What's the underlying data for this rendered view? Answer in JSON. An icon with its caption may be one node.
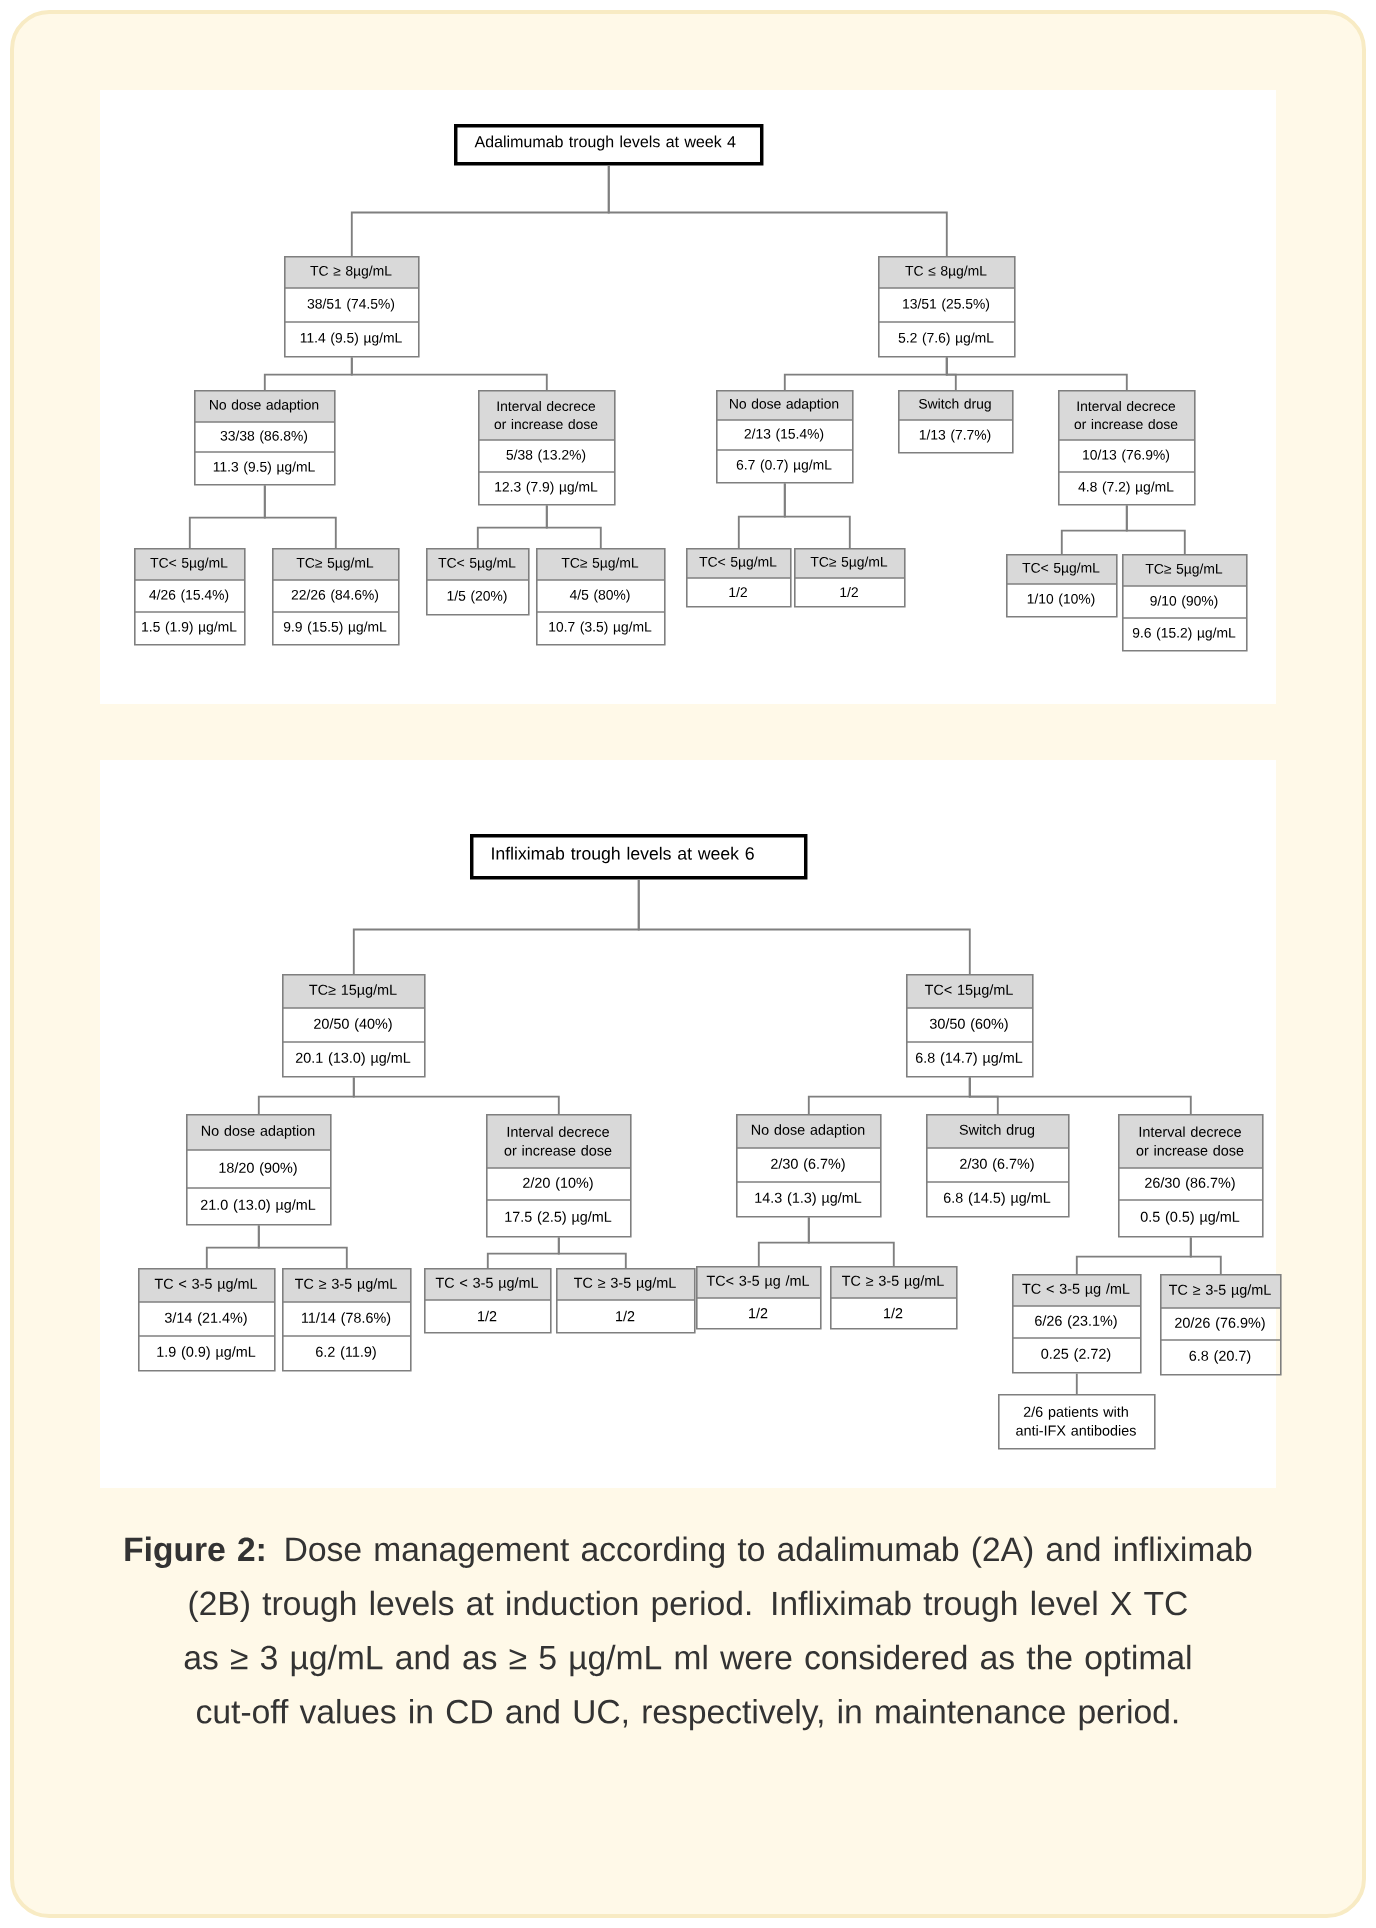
{
  "diagram": {
    "caption": "**Figure 2:** Dose management according to adalimumab (2A) and infliximab (2B) trough levels at induction period. Infliximab trough level X TC as ≥ 3 µg/mL and as ≥ 5 µg/mL ml were considered as the optimal cut-off values in CD and UC, respectively, in maintenance period.",
    "nodes": [
      {
        "text": [
          "Adalimumab trough levels at week 4"
        ]
      },
      {
        "text": [
          "TC ≥ 8µg/mL",
          "38/51 (74.5%)",
          "11.4 (9.5) µg/mL"
        ]
      },
      {
        "text": [
          "TC ≤ 8µg/mL",
          "13/51 (25.5%)",
          "5.2 (7.6) µg/mL"
        ]
      },
      {
        "text": [
          "No dose adaption",
          "33/38 (86.8%)",
          "11.3 (9.5) µg/mL"
        ]
      },
      {
        "text": [
          "Interval decrece or increase dose",
          "5/38 (13.2%)",
          "12.3 (7.9) µg/mL"
        ]
      },
      {
        "text": [
          "No dose adaption",
          "2/13 (15.4%)",
          "6.7 (0.7) µg/mL"
        ]
      },
      {
        "text": [
          "Switch drug",
          "1/13 (7.7%)"
        ]
      },
      {
        "text": [
          "Interval decrece or increase dose",
          "10/13 (76.9%)",
          "4.8 (7.2) µg/mL"
        ]
      },
      {
        "text": [
          "TC< 5µg/mL",
          "4/26 (15.4%)",
          "1.5 (1.9) µg/mL"
        ]
      },
      {
        "text": [
          "TC≥ 5µg/mL",
          "22/26 (84.6%)",
          "9.9 (15.5) µg/mL"
        ]
      },
      {
        "text": [
          "TC< 5µg/mL",
          "1/5 (20%)"
        ]
      },
      {
        "text": [
          "TC≥ 5µg/mL",
          "4/5 (80%)",
          "10.7 (3.5) µg/mL"
        ]
      },
      {
        "text": [
          "TC< 5µg/mL",
          "1/2"
        ]
      },
      {
        "text": [
          "TC≥ 5µg/mL",
          "1/2"
        ]
      },
      {
        "text": [
          "TC< 5µg/mL",
          "1/10 (10%)"
        ]
      },
      {
        "text": [
          "TC≥ 5µg/mL",
          "9/10 (90%)",
          "9.6 (15.2) µg/mL"
        ]
      },
      {
        "text": [
          "Infliximab trough levels at week 6"
        ]
      },
      {
        "text": [
          "TC≥ 15µg/mL",
          "20/50 (40%)",
          "20.1 (13.0) µg/mL"
        ]
      },
      {
        "text": [
          "TC< 15µg/mL",
          "30/50 (60%)",
          "6.8 (14.7) µg/mL"
        ]
      },
      {
        "text": [
          "No dose adaption",
          "18/20 (90%)",
          "21.0 (13.0) µg/mL"
        ]
      },
      {
        "text": [
          "Interval decrece or increase dose",
          "2/20 (10%)",
          "17.5 (2.5) µg/mL"
        ]
      },
      {
        "text": [
          "No dose adaption",
          "2/30 (6.7%)",
          "14.3 (1.3) µg/mL"
        ]
      },
      {
        "text": [
          "Switch drug",
          "2/30 (6.7%)",
          "6.8 (14.5) µg/mL"
        ]
      },
      {
        "text": [
          "Interval decrece or increase dose",
          "26/30 (86.7%)",
          "0.5 (0.5) µg/mL"
        ]
      },
      {
        "text": [
          "TC < 3-5 µg/mL",
          "3/14 (21.4%)",
          "1.9 (0.9) µg/mL"
        ]
      },
      {
        "text": [
          "TC ≥ 3-5 µg/mL",
          "11/14 (78.6%)",
          "6.2 (11.9)"
        ]
      },
      {
        "text": [
          "TC < 3-5 µg/mL",
          "1/2"
        ]
      },
      {
        "text": [
          "TC ≥ 3-5 µg/mL",
          "1/2"
        ]
      },
      {
        "text": [
          "TC< 3-5 µg /mL",
          "1/2"
        ]
      },
      {
        "text": [
          "TC ≥ 3-5 µg/mL",
          "1/2"
        ]
      },
      {
        "text": [
          "TC < 3-5 µg /mL",
          "6/26 (23.1%)",
          "0.25 (2.72)"
        ]
      },
      {
        "text": [
          "TC ≥ 3-5 µg/mL",
          "20/26 (76.9%)",
          "6.8 (20.7)"
        ]
      },
      {
        "text": [
          "2/6 patients with anti-IFX antibodies"
        ]
      }
    ],
    "edges": [
      {
        "from": 0,
        "to": 1,
        "arrow": "none"
      },
      {
        "from": 0,
        "to": 2,
        "arrow": "none"
      },
      {
        "from": 1,
        "to": 3,
        "arrow": "none"
      },
      {
        "from": 1,
        "to": 4,
        "arrow": "none"
      },
      {
        "from": 2,
        "to": 5,
        "arrow": "none"
      },
      {
        "from": 2,
        "to": 6,
        "arrow": "none"
      },
      {
        "from": 2,
        "to": 7,
        "arrow": "none"
      },
      {
        "from": 3,
        "to": 8,
        "arrow": "none"
      },
      {
        "from": 3,
        "to": 9,
        "arrow": "none"
      },
      {
        "from": 4,
        "to": 10,
        "arrow": "none"
      },
      {
        "from": 4,
        "to": 11,
        "arrow": "none"
      },
      {
        "from": 5,
        "to": 12,
        "arrow": "none"
      },
      {
        "from": 5,
        "to": 13,
        "arrow": "none"
      },
      {
        "from": 7,
        "to": 14,
        "arrow": "none"
      },
      {
        "from": 7,
        "to": 15,
        "arrow": "none"
      },
      {
        "from": 16,
        "to": 17,
        "arrow": "none"
      },
      {
        "from": 16,
        "to": 18,
        "arrow": "none"
      },
      {
        "from": 17,
        "to": 19,
        "arrow": "none"
      },
      {
        "from": 17,
        "to": 20,
        "arrow": "none"
      },
      {
        "from": 18,
        "to": 21,
        "arrow": "none"
      },
      {
        "from": 18,
        "to": 22,
        "arrow": "none"
      },
      {
        "from": 18,
        "to": 23,
        "arrow": "none"
      },
      {
        "from": 19,
        "to": 24,
        "arrow": "none"
      },
      {
        "from": 19,
        "to": 25,
        "arrow": "none"
      },
      {
        "from": 20,
        "to": 26,
        "arrow": "none"
      },
      {
        "from": 20,
        "to": 27,
        "arrow": "none"
      },
      {
        "from": 21,
        "to": 28,
        "arrow": "none"
      },
      {
        "from": 21,
        "to": 29,
        "arrow": "none"
      },
      {
        "from": 23,
        "to": 30,
        "arrow": "none"
      },
      {
        "from": 23,
        "to": 31,
        "arrow": "none"
      },
      {
        "from": 30,
        "to": 32,
        "arrow": "none"
      }
    ]
  }
}
